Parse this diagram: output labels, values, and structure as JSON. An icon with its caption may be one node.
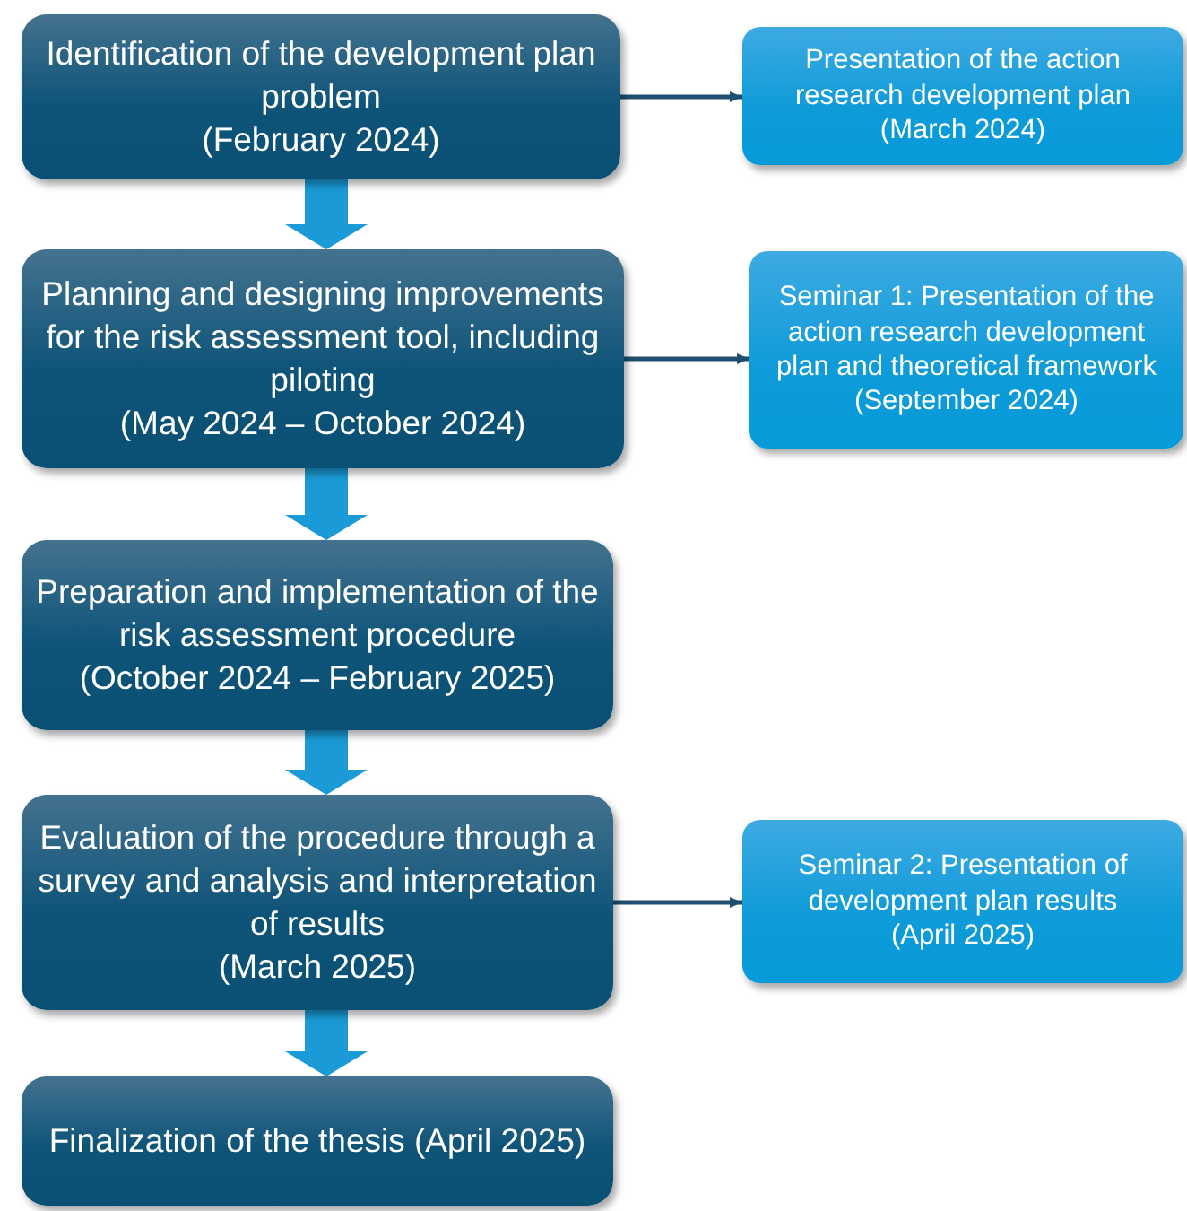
{
  "diagram": {
    "nodes": [
      {
        "text": [
          "Identification of the development plan problem",
          "(February 2024)"
        ]
      },
      {
        "text": [
          "Presentation of the action research development plan",
          "(March 2024)"
        ]
      },
      {
        "text": [
          "Planning and designing improvements for the risk assessment tool, including piloting",
          "(May 2024 – October 2024)"
        ]
      },
      {
        "text": [
          "Seminar 1: Presentation of the action research development plan and theoretical framework",
          "(September 2024)"
        ]
      },
      {
        "text": [
          "Preparation and implementation of the risk assessment procedure",
          "(October 2024 – February 2025)"
        ]
      },
      {
        "text": [
          "Evaluation of the procedure through a survey and analysis and interpretation of results",
          "(March 2025)"
        ]
      },
      {
        "text": [
          "Seminar 2: Presentation of development plan results",
          "(April 2025)"
        ]
      },
      {
        "text": [
          "Finalization of the thesis (April 2025)"
        ]
      }
    ],
    "edges": [
      {
        "from": 0,
        "to": 2,
        "arrow": "to",
        "style": "thick",
        "color": "#1a9ad6"
      },
      {
        "from": 2,
        "to": 4,
        "arrow": "to",
        "style": "thick",
        "color": "#1a9ad6"
      },
      {
        "from": 4,
        "to": 5,
        "arrow": "to",
        "style": "thick",
        "color": "#1a9ad6"
      },
      {
        "from": 5,
        "to": 7,
        "arrow": "to",
        "style": "thick",
        "color": "#1a9ad6"
      },
      {
        "from": 0,
        "to": 1,
        "arrow": "to"
      },
      {
        "from": 2,
        "to": 3,
        "arrow": "to"
      },
      {
        "from": 5,
        "to": 6,
        "arrow": "to"
      }
    ]
  }
}
